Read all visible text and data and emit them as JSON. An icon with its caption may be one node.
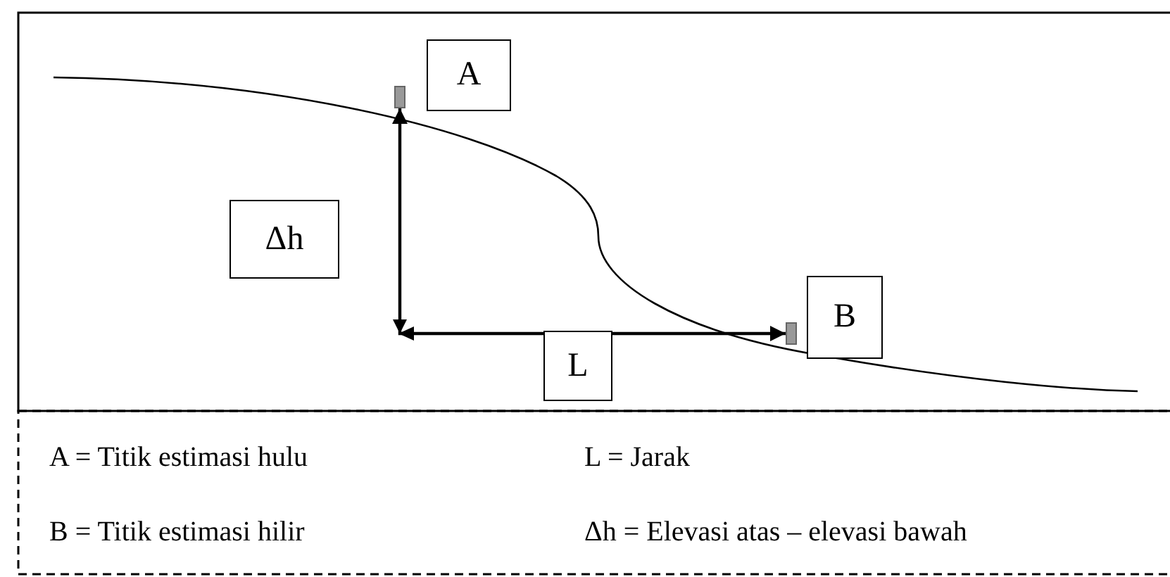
{
  "diagram": {
    "nodes": [
      {
        "text": [
          "A"
        ]
      },
      {
        "text": [
          "Δh"
        ]
      },
      {
        "text": [
          "B"
        ]
      },
      {
        "text": [
          "L"
        ]
      },
      {
        "text": [],
        "shape": "bar"
      },
      {
        "text": [],
        "shape": "bar"
      }
    ],
    "edges": [
      {
        "from": 4,
        "to": 5,
        "arrow": "both"
      }
    ],
    "labels": [
      "A = Titik estimasi hulu",
      "L = Jarak",
      "B = Titik estimasi hilir",
      "Δh = Elevasi atas – elevasi bawah"
    ]
  }
}
